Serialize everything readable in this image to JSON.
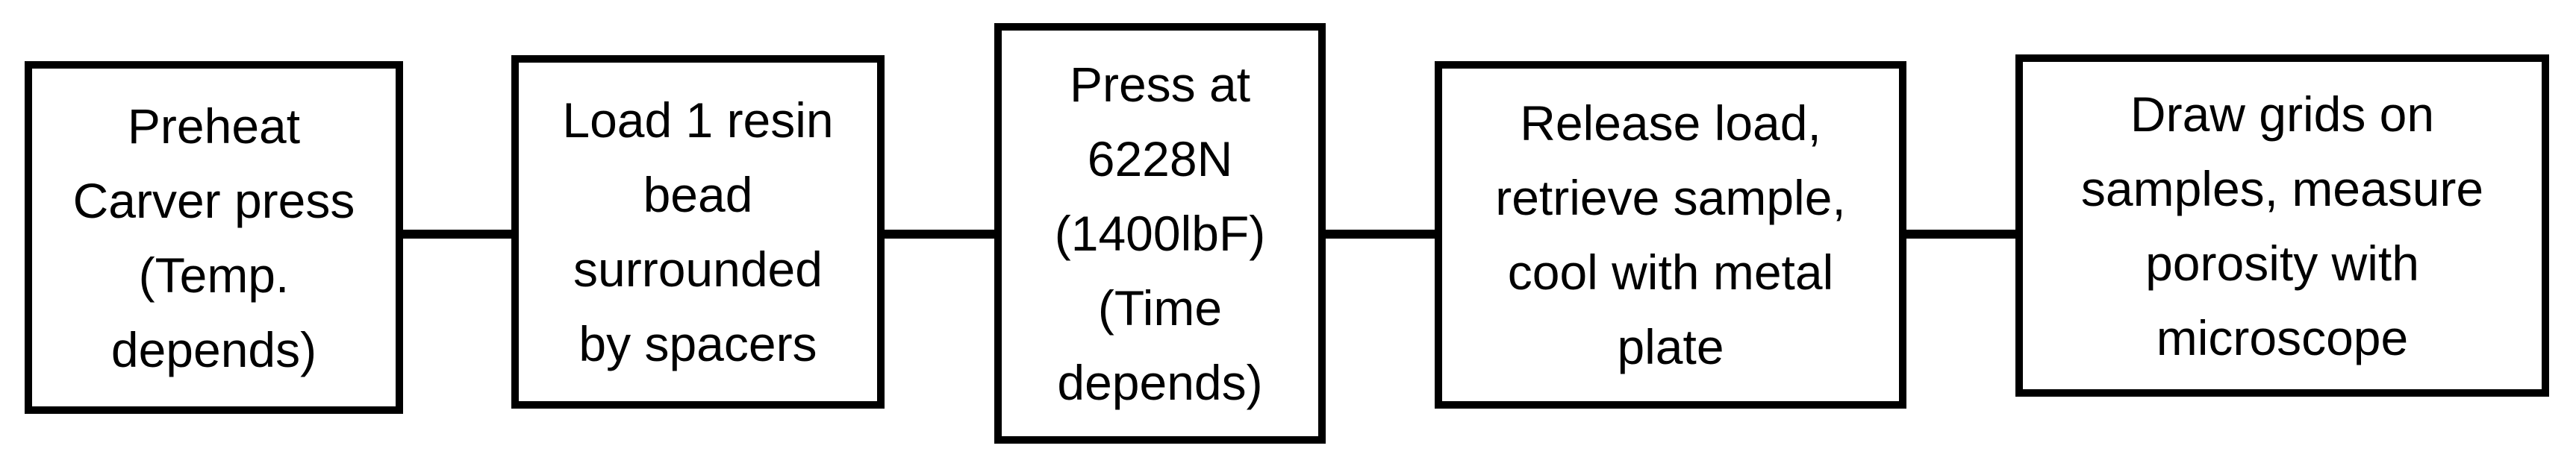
{
  "diagram": {
    "type": "flowchart",
    "direction": "left-to-right",
    "colors": {
      "border": "#000000",
      "background": "#ffffff",
      "text": "#000000"
    },
    "boxes": [
      {
        "id": "step-1",
        "text": "Preheat Carver press (Temp. depends)",
        "lines": [
          "Preheat",
          "Carver press",
          "(Temp.",
          "depends)"
        ]
      },
      {
        "id": "step-2",
        "text": "Load 1 resin bead surrounded by spacers",
        "lines": [
          "Load 1 resin",
          "bead",
          "surrounded",
          "by spacers"
        ]
      },
      {
        "id": "step-3",
        "text": "Press at 6228N (1400lbF) (Time depends)",
        "lines": [
          "Press at",
          "6228N",
          "(1400lbF)",
          "(Time",
          "depends)"
        ]
      },
      {
        "id": "step-4",
        "text": "Release load, retrieve sample, cool with metal plate",
        "lines": [
          "Release load,",
          "retrieve sample,",
          "cool with metal",
          "plate"
        ]
      },
      {
        "id": "step-5",
        "text": "Draw grids on samples, measure porosity with microscope",
        "lines": [
          "Draw grids on",
          "samples, measure",
          "porosity with",
          "microscope"
        ]
      }
    ],
    "connectors": [
      {
        "from": "step-1",
        "to": "step-2"
      },
      {
        "from": "step-2",
        "to": "step-3"
      },
      {
        "from": "step-3",
        "to": "step-4"
      },
      {
        "from": "step-4",
        "to": "step-5"
      }
    ]
  }
}
